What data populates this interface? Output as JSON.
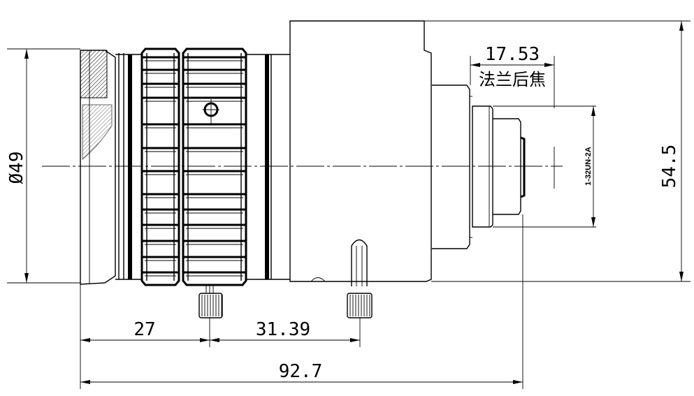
{
  "drawing": {
    "dimensions": {
      "front_diameter": "Ø49",
      "overall_height": "54.5",
      "flange_back_focal": "17.53",
      "flange_back_focal_label": "法兰后焦",
      "mount_thread": "1-32UN-2A",
      "front_to_screw1": "27",
      "screw1_to_screw2": "31.39",
      "overall_length": "92.7"
    },
    "colors": {
      "line": "#000000",
      "background": "#ffffff"
    }
  }
}
